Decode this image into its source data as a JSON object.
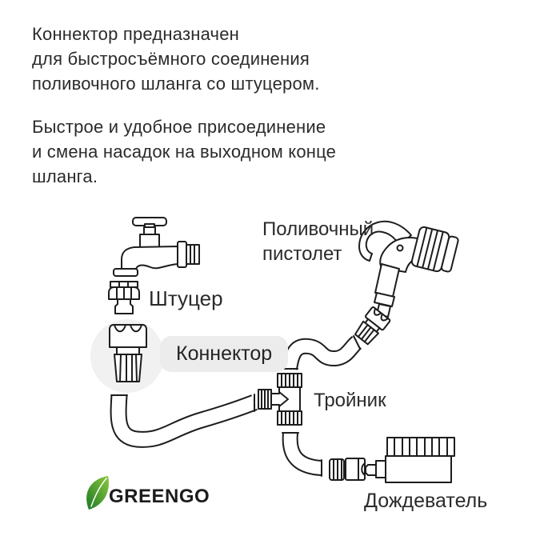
{
  "colors": {
    "background": "#ffffff",
    "line_art": "#1d1d1d",
    "text": "#2b2b2b",
    "highlight_circle": "#f1f1f1",
    "badge_background": "#ececec",
    "brand_green_dark": "#1b7a24",
    "brand_green_light": "#8dc63f"
  },
  "intro": {
    "paragraph1": "Коннектор предназначен\nдля быстросъёмного соединения\nполивочного шланга со штуцером.",
    "paragraph2": "Быстрое и удобное присоединение\nи смена насадок на выходном конце\nшланга."
  },
  "diagram": {
    "labels": {
      "fitting": "Штуцер",
      "connector": "Коннектор",
      "spray_gun": "Поливочный\nпистолет",
      "tee": "Тройник",
      "sprinkler": "Дождеватель"
    },
    "icons": {
      "faucet": "faucet-icon",
      "fitting": "fitting-icon",
      "connector": "connector-icon",
      "hose": "hose-icon",
      "tee": "tee-icon",
      "spray_gun": "spray-gun-icon",
      "gun_connector": "gun-connector-icon",
      "sprinkler": "sprinkler-icon",
      "sprinkler_connector": "sprinkler-connector-icon",
      "leaf": "leaf-icon"
    }
  },
  "brand": {
    "name": "GREENGO"
  }
}
